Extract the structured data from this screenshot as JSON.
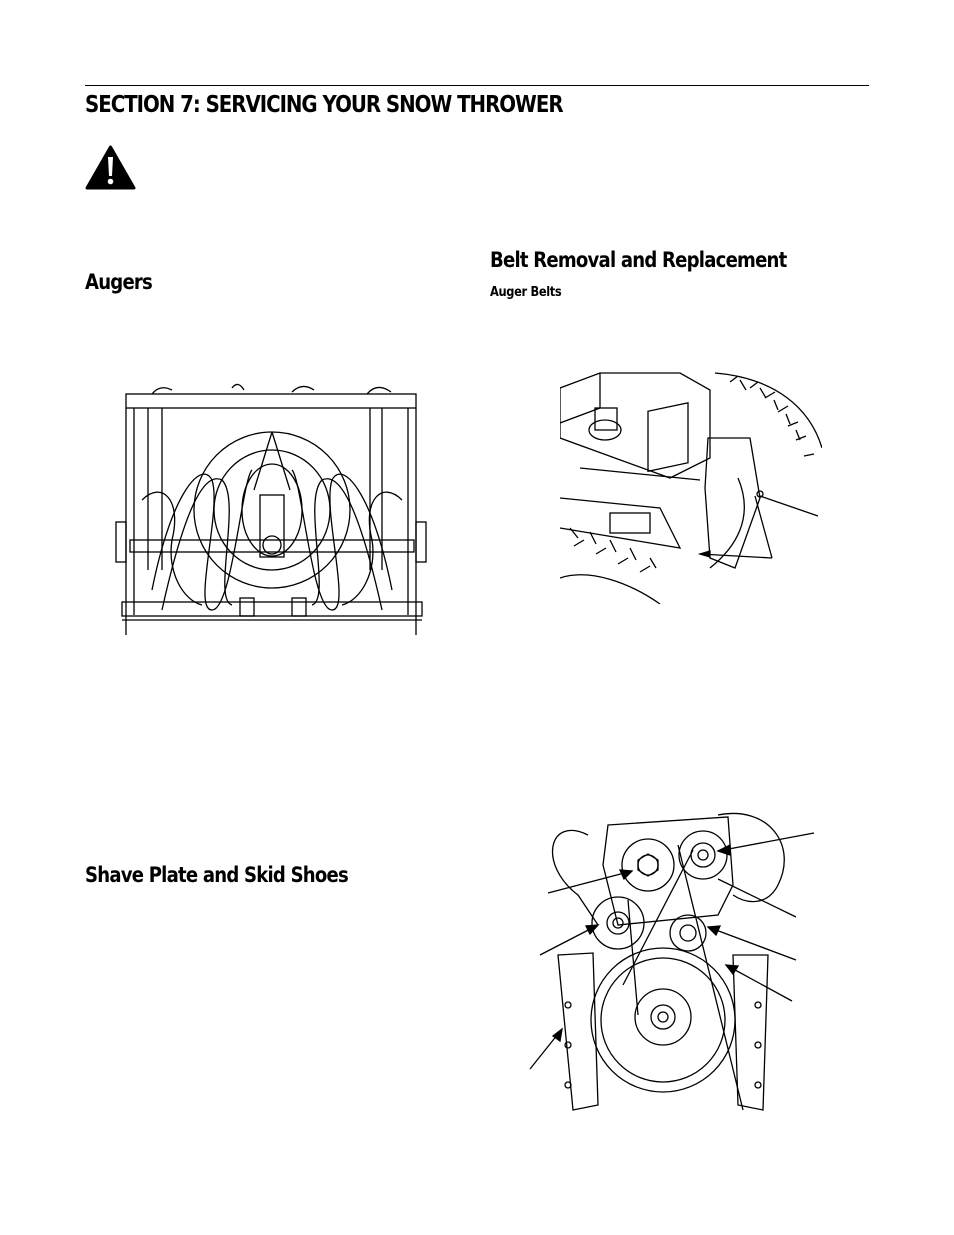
{
  "page": {
    "section_title": "SECTION 7:  SERVICING YOUR SNOW THROWER",
    "headings": {
      "augers": "Augers",
      "belt_removal": "Belt Removal and Replacement",
      "auger_belts": "Auger Belts",
      "shave_plate": "Shave Plate and Skid Shoes"
    },
    "icons": {
      "warning": "warning-triangle-icon"
    },
    "figures": [
      "auger-housing-front-view",
      "belt-cover-side-view",
      "auger-belt-pulley-assembly"
    ]
  }
}
